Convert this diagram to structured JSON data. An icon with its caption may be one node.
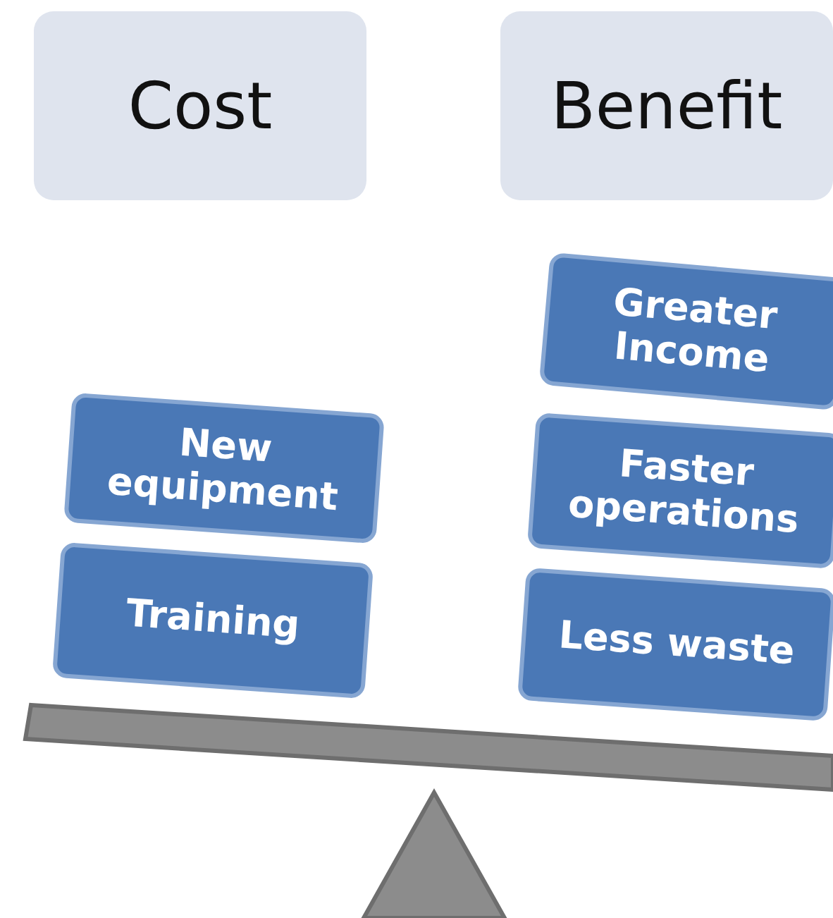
{
  "diagram": {
    "nodes": [
      {
        "text": [
          "Cost"
        ]
      },
      {
        "text": [
          "Benefit"
        ]
      },
      {
        "text": [
          "Greater Income"
        ]
      },
      {
        "text": [
          "New equipment"
        ]
      },
      {
        "text": [
          "Faster operations"
        ]
      },
      {
        "text": [
          "Training"
        ]
      },
      {
        "text": [
          "Less waste"
        ]
      }
    ]
  }
}
